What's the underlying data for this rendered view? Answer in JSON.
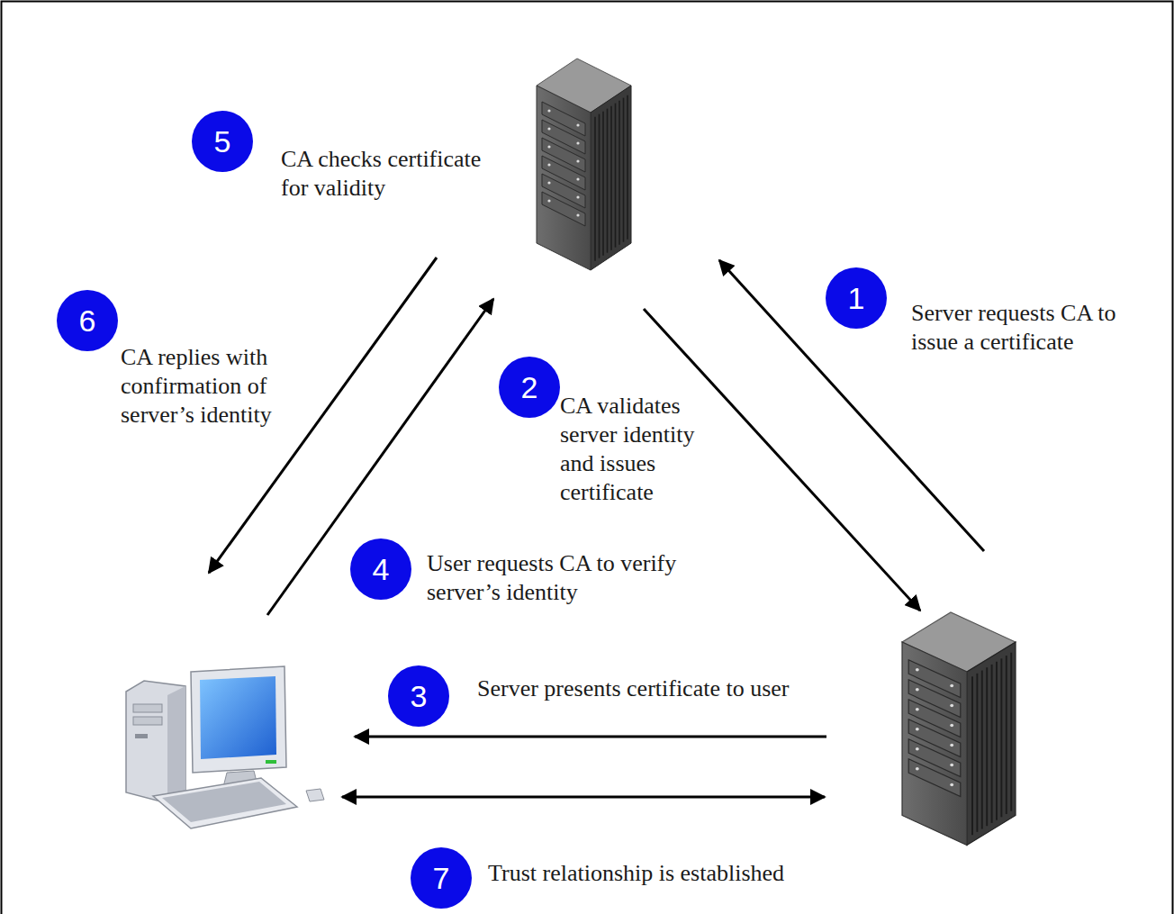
{
  "diagram": {
    "nodes": [
      {
        "text": [
          "1"
        ]
      },
      {
        "text": [
          "2"
        ]
      },
      {
        "text": [
          "3"
        ]
      },
      {
        "text": [
          "4"
        ]
      },
      {
        "text": [
          "5"
        ]
      },
      {
        "text": [
          "6"
        ]
      },
      {
        "text": [
          "7"
        ]
      }
    ],
    "labels": [
      "Server requests CA to issue a certificate",
      "CA validates server identity and issues certificate",
      "Server presents certificate to user",
      "User requests CA to verify server’s identity",
      "CA checks certificate for validity",
      "CA replies with confirmation of server’s identity",
      "Trust relationship is established"
    ]
  }
}
